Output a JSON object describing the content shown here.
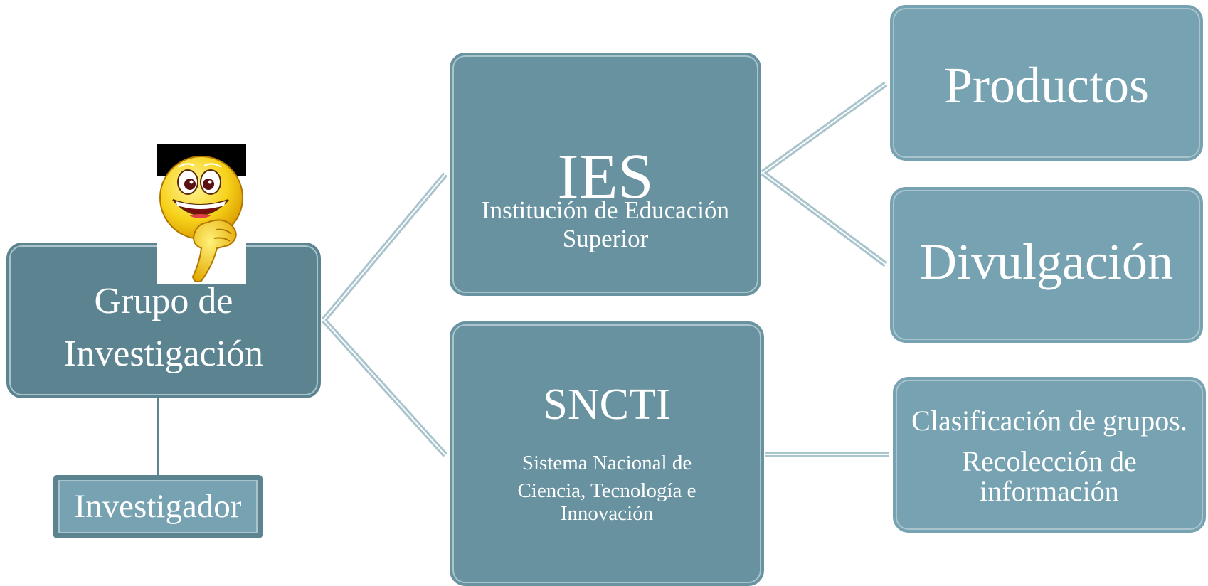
{
  "nodes": {
    "grupo": {
      "line1": "Grupo de",
      "line2": "Investigación"
    },
    "investigador": {
      "label": "Investigador"
    },
    "ies": {
      "title": "IES",
      "subtitle_line1": "Institución de Educación",
      "subtitle_line2": "Superior"
    },
    "sncti": {
      "title": "SNCTI",
      "subtitle_line1": "Sistema Nacional de",
      "subtitle_line2": "Ciencia, Tecnología e",
      "subtitle_line3": "Innovación"
    },
    "productos": {
      "label": "Productos"
    },
    "divulgacion": {
      "label": "Divulgación"
    },
    "clasificacion": {
      "line1": "Clasificación de grupos.",
      "line2": "Recolección de",
      "line3": "información"
    }
  },
  "colors": {
    "node_dark": "#5b8490",
    "node_mid": "#6892a0",
    "node_light": "#76a2b1",
    "node_outline": "#a9c4cc",
    "connector": "#a9c4cc",
    "text": "#ffffff"
  },
  "decorations": {
    "smiley": "pointing-smiley-face"
  }
}
